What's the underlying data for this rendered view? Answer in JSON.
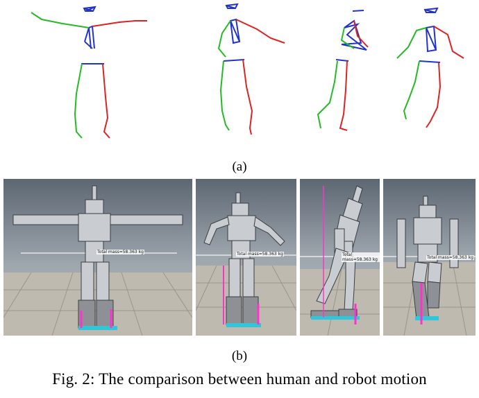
{
  "figure": {
    "label_a": "(a)",
    "label_b": "(b)",
    "caption": "Fig. 2: The comparison between human and robot motion"
  },
  "skeleton_colors": {
    "left_limb": "#22bb22",
    "right_limb": "#dd2222",
    "torso": "#2233cc"
  },
  "robot_panels": [
    {
      "overlay_text": "Total mass=58.363 kg"
    },
    {
      "overlay_text": "Total mass=58.363 kg"
    },
    {
      "overlay_text": "Total mass=58.363 kg"
    },
    {
      "overlay_text": "Total mass=58.363 kg"
    }
  ]
}
